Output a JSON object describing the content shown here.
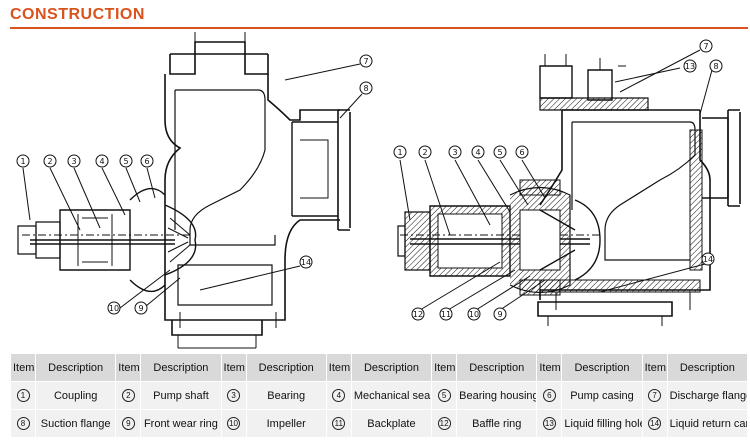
{
  "title": "CONSTRUCTION",
  "accent_color": "#d9531e",
  "callouts": [
    "1",
    "2",
    "3",
    "4",
    "5",
    "6",
    "7",
    "8",
    "9",
    "10",
    "11",
    "12",
    "13",
    "14"
  ],
  "table": {
    "header": [
      "Item",
      "Description",
      "Item",
      "Description",
      "Item",
      "Description",
      "Item",
      "Description",
      "Item",
      "Description",
      "Item",
      "Description",
      "Item",
      "Description"
    ],
    "rows": [
      [
        {
          "item": "1",
          "desc": "Coupling"
        },
        {
          "item": "2",
          "desc": "Pump shaft"
        },
        {
          "item": "3",
          "desc": "Bearing"
        },
        {
          "item": "4",
          "desc": "Mechanical seal"
        },
        {
          "item": "5",
          "desc": "Bearing housing"
        },
        {
          "item": "6",
          "desc": "Pump casing"
        },
        {
          "item": "7",
          "desc": "Discharge flange"
        }
      ],
      [
        {
          "item": "8",
          "desc": "Suction flange"
        },
        {
          "item": "9",
          "desc": "Front wear ring"
        },
        {
          "item": "10",
          "desc": "Impeller"
        },
        {
          "item": "11",
          "desc": "Backplate"
        },
        {
          "item": "12",
          "desc": "Baffle ring"
        },
        {
          "item": "13",
          "desc": "Liquid filling hole"
        },
        {
          "item": "14",
          "desc": "Liquid return canal"
        }
      ]
    ]
  }
}
